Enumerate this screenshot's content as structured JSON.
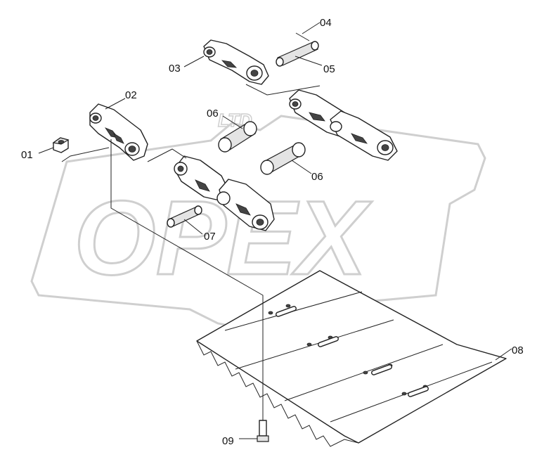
{
  "watermark": {
    "text": "OPEX",
    "small_text": "LTD"
  },
  "callouts": [
    {
      "id": "01",
      "label": "01"
    },
    {
      "id": "02",
      "label": "02"
    },
    {
      "id": "03",
      "label": "03"
    },
    {
      "id": "04",
      "label": "04"
    },
    {
      "id": "05",
      "label": "05"
    },
    {
      "id": "06a",
      "label": "06"
    },
    {
      "id": "06b",
      "label": "06"
    },
    {
      "id": "07",
      "label": "07"
    },
    {
      "id": "08",
      "label": "08"
    },
    {
      "id": "09",
      "label": "09"
    }
  ]
}
